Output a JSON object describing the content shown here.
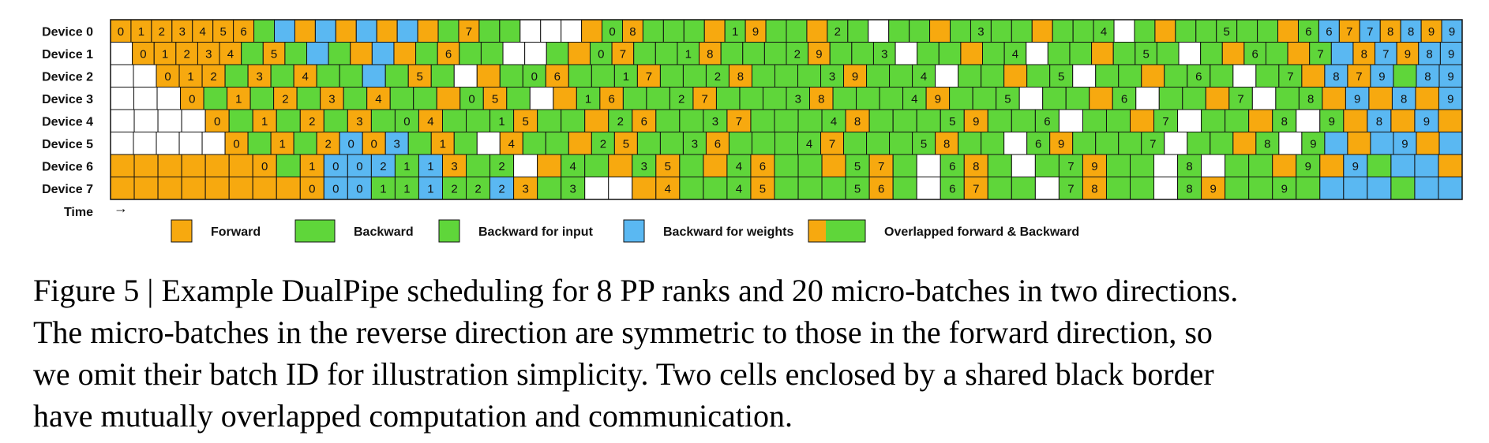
{
  "devices": [
    "Device 0",
    "Device 1",
    "Device 2",
    "Device 3",
    "Device 4",
    "Device 5",
    "Device 6",
    "Device 7"
  ],
  "time_label": "Time",
  "time_arrow": "→",
  "colors": {
    "forward": "#f7a90f",
    "backward": "#5fd63a",
    "backward_input": "#5fd63a",
    "backward_weights": "#5ab8f2",
    "empty": "#ffffff"
  },
  "legend": [
    {
      "type": "forward",
      "label": "Forward"
    },
    {
      "type": "backward",
      "label": "Backward"
    },
    {
      "type": "backward_input",
      "label": "Backward for input"
    },
    {
      "type": "backward_weights",
      "label": "Backward for weights"
    },
    {
      "type": "overlap",
      "label": "Overlapped forward & Backward"
    }
  ],
  "rows": [
    [
      "F0",
      "F1",
      "F2",
      "F3",
      "F4",
      "F5",
      "F6",
      "G",
      "B",
      "F",
      "B",
      "F",
      "B",
      "F",
      "B",
      "F",
      "G",
      "F7",
      "G",
      "G",
      "E",
      "E",
      "E",
      "F",
      "G0",
      "F8",
      "G",
      "G",
      "G",
      "F",
      "G1",
      "F9",
      "G",
      "G",
      "F",
      "G2",
      "G",
      "E",
      "G",
      "G",
      "F",
      "G",
      "G3",
      "G",
      "G",
      "F",
      "G",
      "G",
      "G4",
      "E",
      "G",
      "F",
      "G",
      "G",
      "G5",
      "G",
      "G",
      "F",
      "G6",
      "B6",
      "F7",
      "B7",
      "F8",
      "B8",
      "F9",
      "B9"
    ],
    [
      "E",
      "F0",
      "F1",
      "F2",
      "F3",
      "F4",
      "G",
      "F5",
      "G",
      "B",
      "G",
      "F",
      "B",
      "F",
      "G",
      "F6",
      "G",
      "G",
      "E",
      "E",
      "G",
      "F",
      "G0",
      "F7",
      "G",
      "G",
      "G1",
      "F8",
      "G",
      "G",
      "G",
      "G2",
      "F9",
      "G",
      "G",
      "G3",
      "E",
      "G",
      "G",
      "F",
      "G",
      "G4",
      "E",
      "G",
      "G",
      "F",
      "G",
      "G5",
      "G",
      "E",
      "G",
      "F",
      "G6",
      "G",
      "F",
      "G7",
      "B",
      "F8",
      "B7",
      "F9",
      "B8",
      "B9"
    ],
    [
      "E",
      "E",
      "F0",
      "F1",
      "F2",
      "G",
      "F3",
      "G",
      "F4",
      "G",
      "G",
      "B",
      "G",
      "F5",
      "G",
      "E",
      "F",
      "G",
      "G0",
      "F6",
      "G",
      "G",
      "G1",
      "F7",
      "G",
      "G",
      "G2",
      "F8",
      "G",
      "G",
      "G",
      "G3",
      "F9",
      "G",
      "G",
      "G4",
      "E",
      "G",
      "G",
      "F",
      "G",
      "G5",
      "E",
      "G",
      "G",
      "F",
      "G",
      "G6",
      "G",
      "E",
      "G",
      "G7",
      "F",
      "B8",
      "F7",
      "B9",
      "G",
      "B8",
      "B9"
    ],
    [
      "E",
      "E",
      "E",
      "F0",
      "G",
      "F1",
      "G",
      "F2",
      "G",
      "F3",
      "G",
      "F4",
      "G",
      "G",
      "F",
      "G0",
      "F5",
      "G",
      "E",
      "F",
      "G1",
      "F6",
      "G",
      "G",
      "G2",
      "F7",
      "G",
      "G",
      "G",
      "G3",
      "F8",
      "G",
      "G",
      "G",
      "G4",
      "F9",
      "G",
      "G",
      "G5",
      "E",
      "G",
      "G",
      "F",
      "G6",
      "E",
      "G",
      "G",
      "F",
      "G7",
      "E",
      "G",
      "G8",
      "F",
      "B9",
      "F",
      "B8",
      "F",
      "B9"
    ],
    [
      "E",
      "E",
      "E",
      "E",
      "F0",
      "G",
      "F1",
      "G",
      "F2",
      "G",
      "F3",
      "G",
      "G0",
      "F4",
      "G",
      "G",
      "G1",
      "F5",
      "G",
      "G",
      "F",
      "G2",
      "F6",
      "G",
      "G",
      "G3",
      "F7",
      "G",
      "G",
      "G",
      "G4",
      "F8",
      "G",
      "G",
      "G",
      "G5",
      "F9",
      "G",
      "G",
      "G6",
      "E",
      "G",
      "G",
      "F",
      "G7",
      "E",
      "G",
      "G",
      "F",
      "G8",
      "E",
      "G9",
      "F",
      "B8",
      "F",
      "B9",
      "F"
    ],
    [
      "E",
      "E",
      "E",
      "E",
      "E",
      "F0",
      "G",
      "F1",
      "G",
      "F2",
      "B0",
      "F0",
      "B3",
      "G",
      "F1",
      "G",
      "E",
      "F4",
      "G",
      "G",
      "F",
      "G2",
      "F5",
      "G",
      "G",
      "G3",
      "F6",
      "G",
      "G",
      "G",
      "G4",
      "F7",
      "G",
      "G",
      "G",
      "G5",
      "F8",
      "G",
      "G",
      "E",
      "G6",
      "F9",
      "G",
      "G",
      "G",
      "G7",
      "E",
      "G",
      "G",
      "F",
      "G8",
      "E",
      "G9",
      "B",
      "F",
      "B",
      "B9",
      "F",
      "B"
    ],
    [
      "F",
      "F",
      "F",
      "F",
      "F",
      "F",
      "F0",
      "G",
      "F1",
      "B0",
      "B0",
      "B2",
      "G1",
      "B1",
      "F3",
      "G",
      "G2",
      "E",
      "F",
      "G4",
      "G",
      "F",
      "G3",
      "F5",
      "G",
      "F",
      "G4",
      "F6",
      "G",
      "G",
      "F",
      "G5",
      "F7",
      "G",
      "E",
      "G6",
      "F8",
      "G",
      "E",
      "G",
      "G7",
      "F9",
      "G",
      "G",
      "E",
      "G8",
      "E",
      "G",
      "G",
      "F",
      "G9",
      "F",
      "B9",
      "G",
      "B",
      "B",
      "F"
    ],
    [
      "F",
      "F",
      "F",
      "F",
      "F",
      "F",
      "F",
      "F",
      "F0",
      "B0",
      "B0",
      "G1",
      "G1",
      "B1",
      "G2",
      "G2",
      "B2",
      "F3",
      "G",
      "G3",
      "E",
      "E",
      "F",
      "F4",
      "G",
      "G",
      "G4",
      "F5",
      "G",
      "G",
      "G",
      "G5",
      "F6",
      "G",
      "E",
      "G6",
      "F7",
      "G",
      "G",
      "E",
      "G7",
      "F8",
      "G",
      "G",
      "E",
      "G8",
      "F9",
      "G",
      "G",
      "G9",
      "G",
      "B",
      "B",
      "B",
      "G",
      "B",
      "B"
    ]
  ],
  "caption": [
    "Figure 5 | Example DualPipe scheduling for 8 PP ranks and 20 micro-batches in two directions.",
    "The micro-batches in the reverse direction are symmetric to those in the forward direction, so",
    "we omit their batch ID for illustration simplicity. Two cells enclosed by a shared black border",
    "have mutually overlapped computation and communication."
  ]
}
